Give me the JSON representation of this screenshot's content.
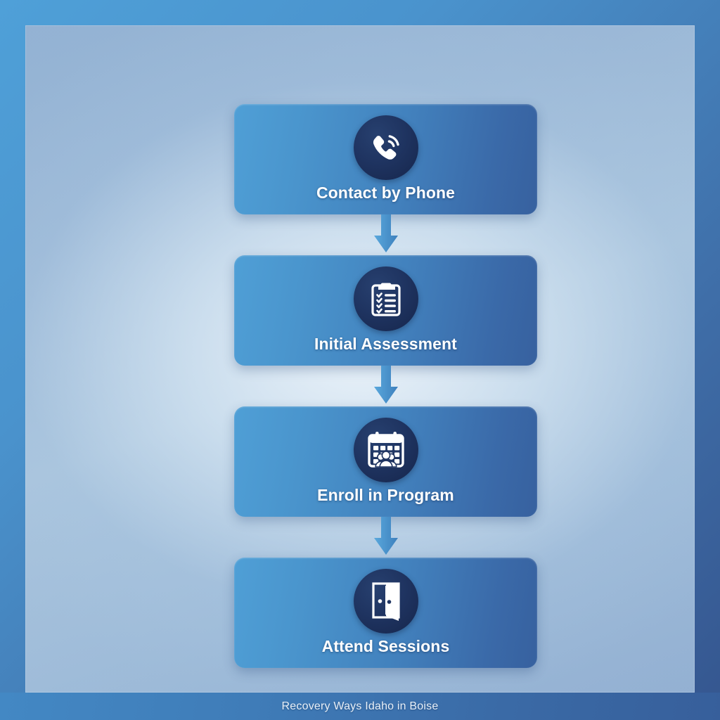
{
  "diagram": {
    "title": "Recovery Ways Idaho in Boise",
    "orientation": "vertical",
    "colors": {
      "outer_background_light": "#4fa0d8",
      "outer_background_dark": "#35568f",
      "panel_center": "#eef5fb",
      "panel_edge": "#93b2d3",
      "step_gradient_start": "#4f9fd6",
      "step_gradient_end": "#37619f",
      "icon_circle": "#1f3461",
      "icon_glyph": "#ffffff",
      "arrow": "#4a9bd4",
      "label_text": "#ffffff",
      "footer_band": "#3f7cb8",
      "footer_text": "#e8f0f8"
    },
    "steps": [
      {
        "index": 1,
        "label": "Contact by Phone",
        "icon": "phone-ringing-icon"
      },
      {
        "index": 2,
        "label": "Initial Assessment",
        "icon": "clipboard-checklist-icon"
      },
      {
        "index": 3,
        "label": "Enroll in Program",
        "icon": "calendar-people-icon"
      },
      {
        "index": 4,
        "label": "Attend Sessions",
        "icon": "open-door-icon"
      }
    ],
    "connectors": [
      {
        "from": 1,
        "to": 2,
        "icon": "arrow-down-icon"
      },
      {
        "from": 2,
        "to": 3,
        "icon": "arrow-down-icon"
      },
      {
        "from": 3,
        "to": 4,
        "icon": "arrow-down-icon"
      }
    ]
  },
  "footer": {
    "caption": "Recovery Ways Idaho in Boise"
  }
}
